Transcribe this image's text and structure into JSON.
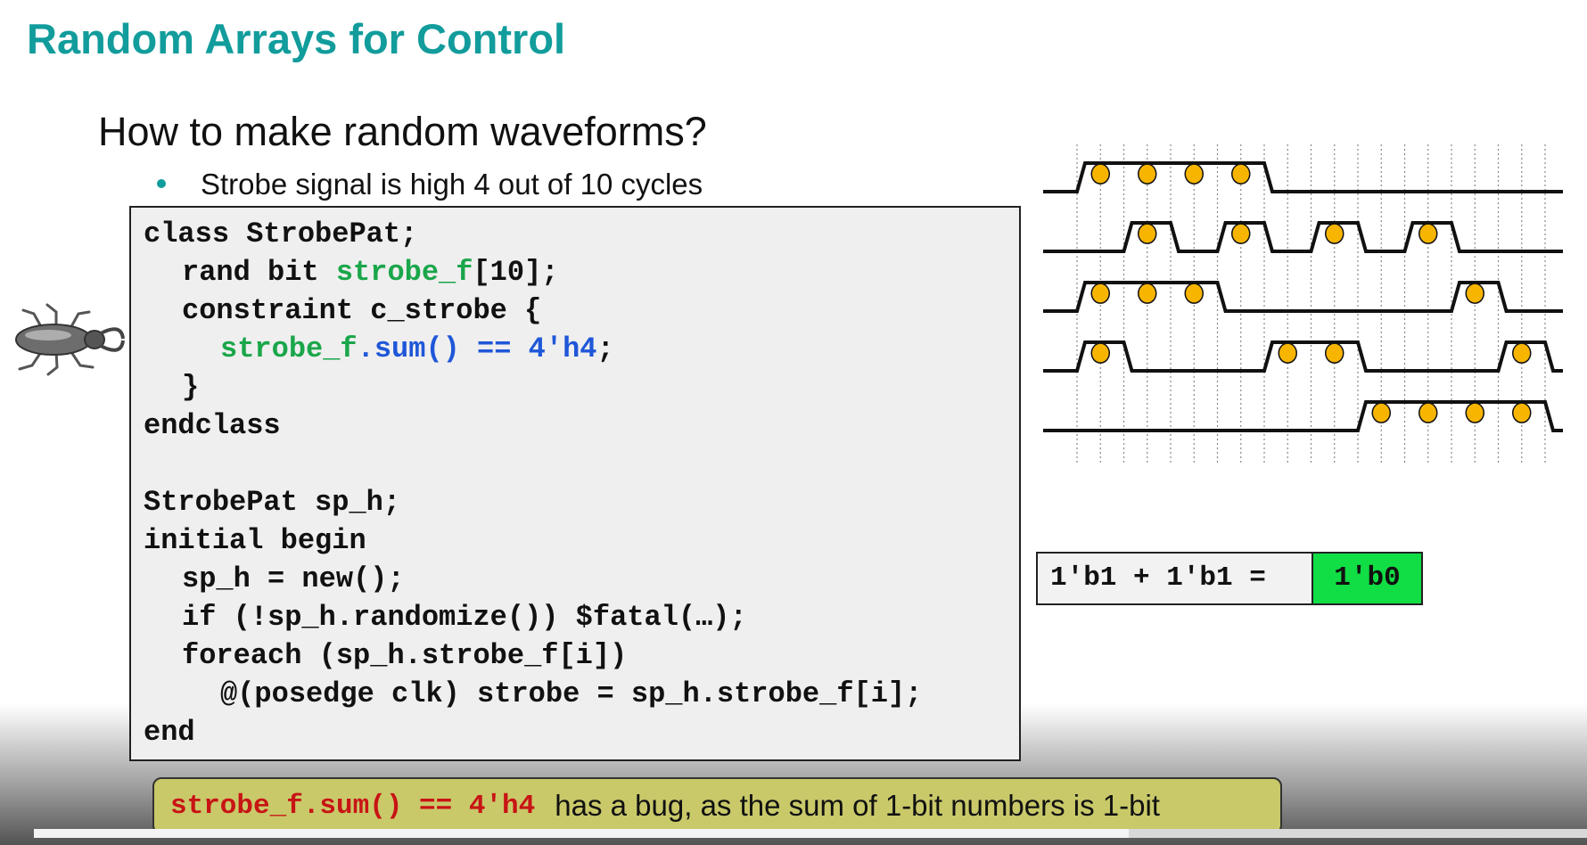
{
  "slide": {
    "title": "Random Arrays for Control",
    "heading": "How to make random waveforms?",
    "bullet": "Strobe signal is high 4 out of 10 cycles"
  },
  "code": {
    "l1": "class StrobePat;",
    "l2_pre": "rand bit ",
    "l2_var": "strobe_f",
    "l2_post": "[10];",
    "l3": "constraint c_strobe {",
    "l4_var": "strobe_f",
    "l4_expr": ".sum() == 4'h4",
    "l4_post": ";",
    "l5": "}",
    "l6": "endclass",
    "l7": "StrobePat sp_h;",
    "l8": "initial begin",
    "l9": "sp_h = new();",
    "l10": "if (!sp_h.randomize()) $fatal(…);",
    "l11": "foreach (sp_h.strobe_f[i])",
    "l12": "@(posedge clk) strobe = sp_h.strobe_f[i];",
    "l13": "end"
  },
  "waveforms": {
    "cycles": 10,
    "patterns": [
      [
        1,
        1,
        1,
        1,
        0,
        0,
        0,
        0,
        0,
        0
      ],
      [
        0,
        1,
        0,
        1,
        0,
        1,
        0,
        1,
        0,
        0
      ],
      [
        1,
        1,
        1,
        0,
        0,
        0,
        0,
        0,
        1,
        0
      ],
      [
        1,
        0,
        0,
        0,
        1,
        1,
        0,
        0,
        0,
        1
      ],
      [
        0,
        0,
        0,
        0,
        0,
        0,
        1,
        1,
        1,
        1
      ]
    ],
    "colors": {
      "line": "#111111",
      "marker": "#f7b500",
      "grid": "#888888"
    }
  },
  "sum_example": {
    "expr": "1'b1 + 1'b1 =",
    "result": "1'b0",
    "result_color": "#11dd44"
  },
  "note": {
    "code": "strobe_f.sum() == 4'h4",
    "text": "has a bug, as the sum of 1-bit numbers is 1-bit"
  },
  "icons": {
    "bug": "beetle-icon"
  },
  "video": {
    "progress_fraction": 0.705
  }
}
